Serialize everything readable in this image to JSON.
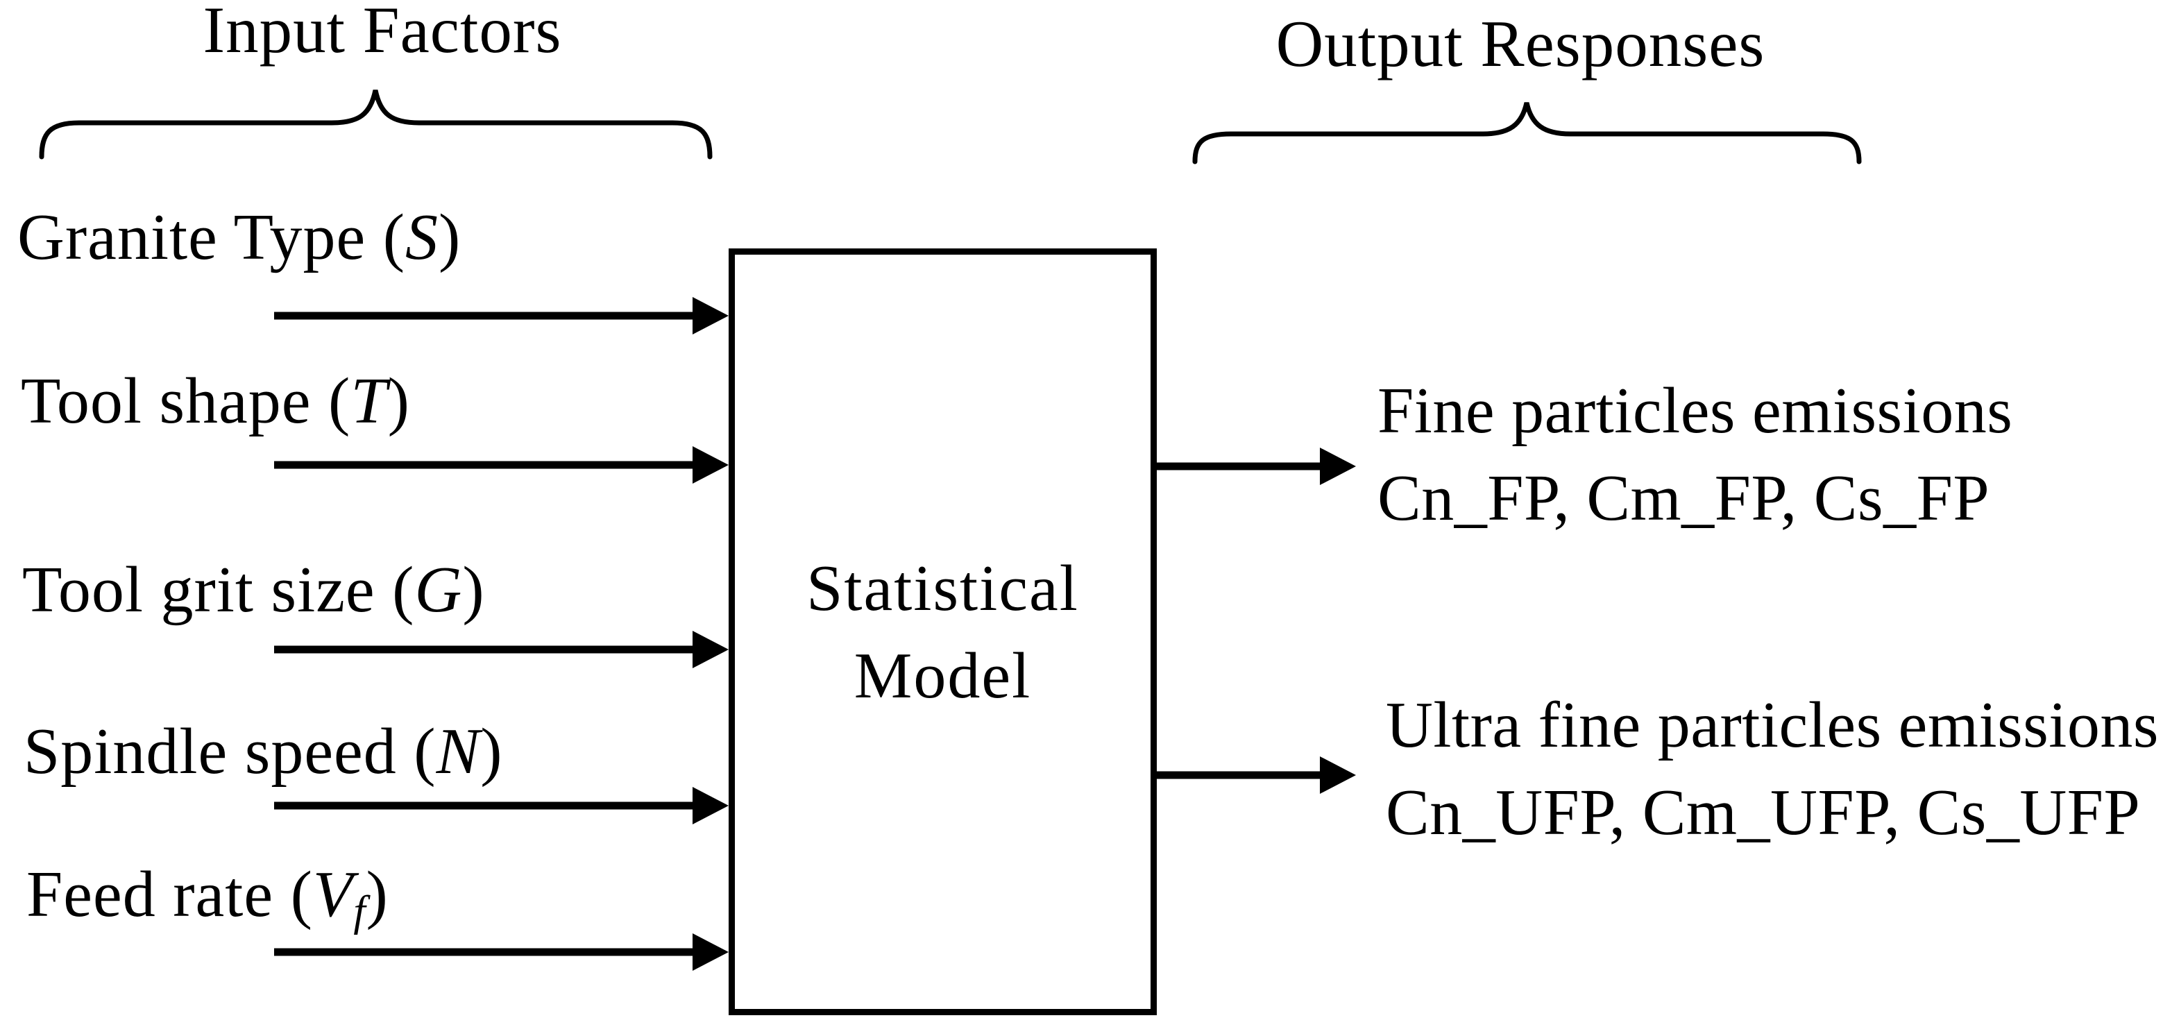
{
  "titles": {
    "input": "Input Factors",
    "output": "Output Responses"
  },
  "inputs": [
    {
      "pre": "Granite Type (",
      "sym": "S",
      "sub": "",
      "post": ")"
    },
    {
      "pre": "Tool shape (",
      "sym": "T",
      "sub": "",
      "post": ")"
    },
    {
      "pre": "Tool grit size (",
      "sym": "G",
      "sub": "",
      "post": ")"
    },
    {
      "pre": "Spindle speed (",
      "sym": "N",
      "sub": "",
      "post": ")"
    },
    {
      "pre": "Feed rate (",
      "sym": "V",
      "sub": "f",
      "post": ")"
    }
  ],
  "model_box": {
    "line1": "Statistical",
    "line2": "Model"
  },
  "outputs": [
    {
      "line1": "Fine particles emissions",
      "line2": "Cn_FP, Cm_FP, Cs_FP"
    },
    {
      "line1": "Ultra fine particles emissions",
      "line2": "Cn_UFP, Cm_UFP, Cs_UFP"
    }
  ],
  "colors": {
    "ink": "#000000",
    "background": "#ffffff"
  }
}
